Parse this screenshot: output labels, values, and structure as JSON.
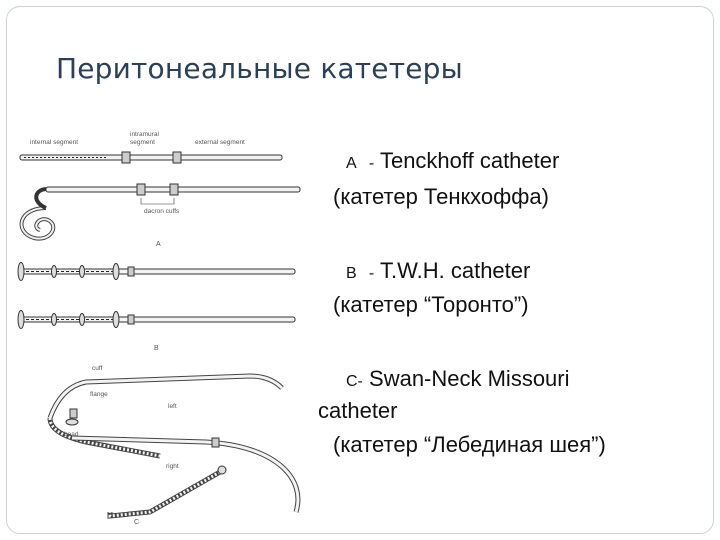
{
  "slide": {
    "title": "Перитонеальные катетеры",
    "items": [
      {
        "letter": "A",
        "sep": "-",
        "name": "Tenckhoff catheter",
        "ru": "(катетер Тенкхоффа)"
      },
      {
        "letter": "B",
        "sep": "-",
        "name": "T.W.H. catheter",
        "ru": "(катетер “Торонто”)"
      },
      {
        "letter": "C-",
        "name_line1": "Swan-Neck Missouri",
        "name_line2": "catheter",
        "ru": "(катетер “Лебединая шея”)"
      }
    ]
  },
  "figure": {
    "labels": {
      "internal_segment": "internal segment",
      "intramural": "intramural",
      "segment": "segment",
      "external_segment": "external segment",
      "dacron_cuffs": "dacron cuffs",
      "cuff": "cuff",
      "flange": "flange",
      "left": "left",
      "bead": "bead",
      "right": "right",
      "cap_a": "A",
      "cap_b": "B",
      "cap_c": "C"
    }
  }
}
